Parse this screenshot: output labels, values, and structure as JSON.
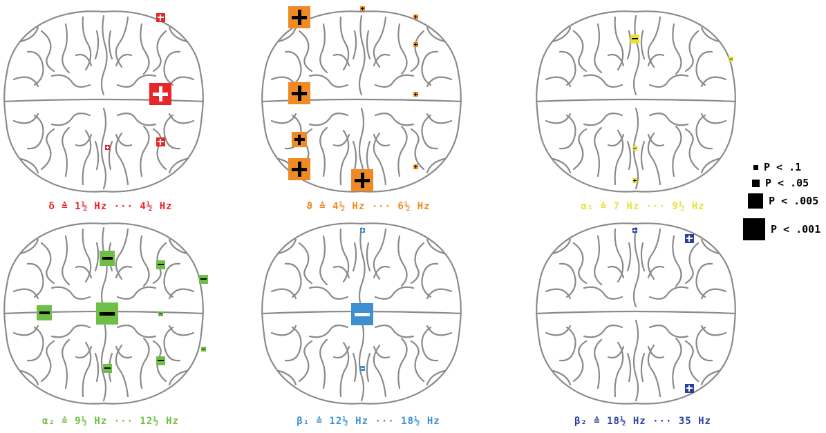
{
  "panels": [
    {
      "caption": "δ ≙ 1½ Hz ··· 4½ Hz",
      "color": "#e8262a",
      "markers": [
        {
          "sign": "+",
          "level": "p<.05"
        },
        {
          "sign": "+",
          "level": "p<.001"
        },
        {
          "sign": "+",
          "level": "p<.05"
        },
        {
          "sign": "+",
          "level": "p<.1"
        }
      ]
    },
    {
      "caption": "ϑ ≙ 4½ Hz ··· 6½ Hz",
      "color": "#f08a24",
      "markers": [
        {
          "sign": "+",
          "level": "p<.001"
        },
        {
          "sign": "+",
          "level": "p<.1"
        },
        {
          "sign": "+",
          "level": "p<.1"
        },
        {
          "sign": "+",
          "level": "p<.1"
        },
        {
          "sign": "+",
          "level": "p<.001"
        },
        {
          "sign": "+",
          "level": "p<.1"
        },
        {
          "sign": "+",
          "level": "p<.005"
        },
        {
          "sign": "+",
          "level": "p<.001"
        },
        {
          "sign": "+",
          "level": "p<.1"
        },
        {
          "sign": "+",
          "level": "p<.001"
        }
      ]
    },
    {
      "caption": "α₁ ≙ 7 Hz ··· 9½ Hz",
      "color": "#e9e23a",
      "markers": [
        {
          "sign": "−",
          "level": "p<.05"
        },
        {
          "sign": "−",
          "level": "p<.1"
        },
        {
          "sign": "−",
          "level": "p<.1"
        },
        {
          "sign": "+",
          "level": "p<.1"
        }
      ]
    },
    {
      "caption": "α₂ ≙ 9½ Hz ··· 12½ Hz",
      "color": "#6dbf45",
      "markers": [
        {
          "sign": "−",
          "level": "p<.005"
        },
        {
          "sign": "−",
          "level": "p<.05"
        },
        {
          "sign": "−",
          "level": "p<.05"
        },
        {
          "sign": "−",
          "level": "p<.005"
        },
        {
          "sign": "−",
          "level": "p<.001"
        },
        {
          "sign": "−",
          "level": "p<.1"
        },
        {
          "sign": "−",
          "level": "p<.1"
        },
        {
          "sign": "−",
          "level": "p<.05"
        },
        {
          "sign": "−",
          "level": "p<.05"
        }
      ]
    },
    {
      "caption": "β₁ ≙ 12½ Hz ··· 18½ Hz",
      "color": "#3d8fd1",
      "markers": [
        {
          "sign": "+",
          "level": "p<.1"
        },
        {
          "sign": "−",
          "level": "p<.001"
        },
        {
          "sign": "−",
          "level": "p<.1"
        }
      ]
    },
    {
      "caption": "β₂ ≙ 18½ Hz ··· 35 Hz",
      "color": "#2b3f9e",
      "markers": [
        {
          "sign": "+",
          "level": "p<.1"
        },
        {
          "sign": "+",
          "level": "p<.05"
        },
        {
          "sign": "+",
          "level": "p<.05"
        }
      ]
    }
  ],
  "legend": [
    {
      "label": "P < .1"
    },
    {
      "label": "P < .05"
    },
    {
      "label": "P < .005"
    },
    {
      "label": "P < .001"
    }
  ]
}
